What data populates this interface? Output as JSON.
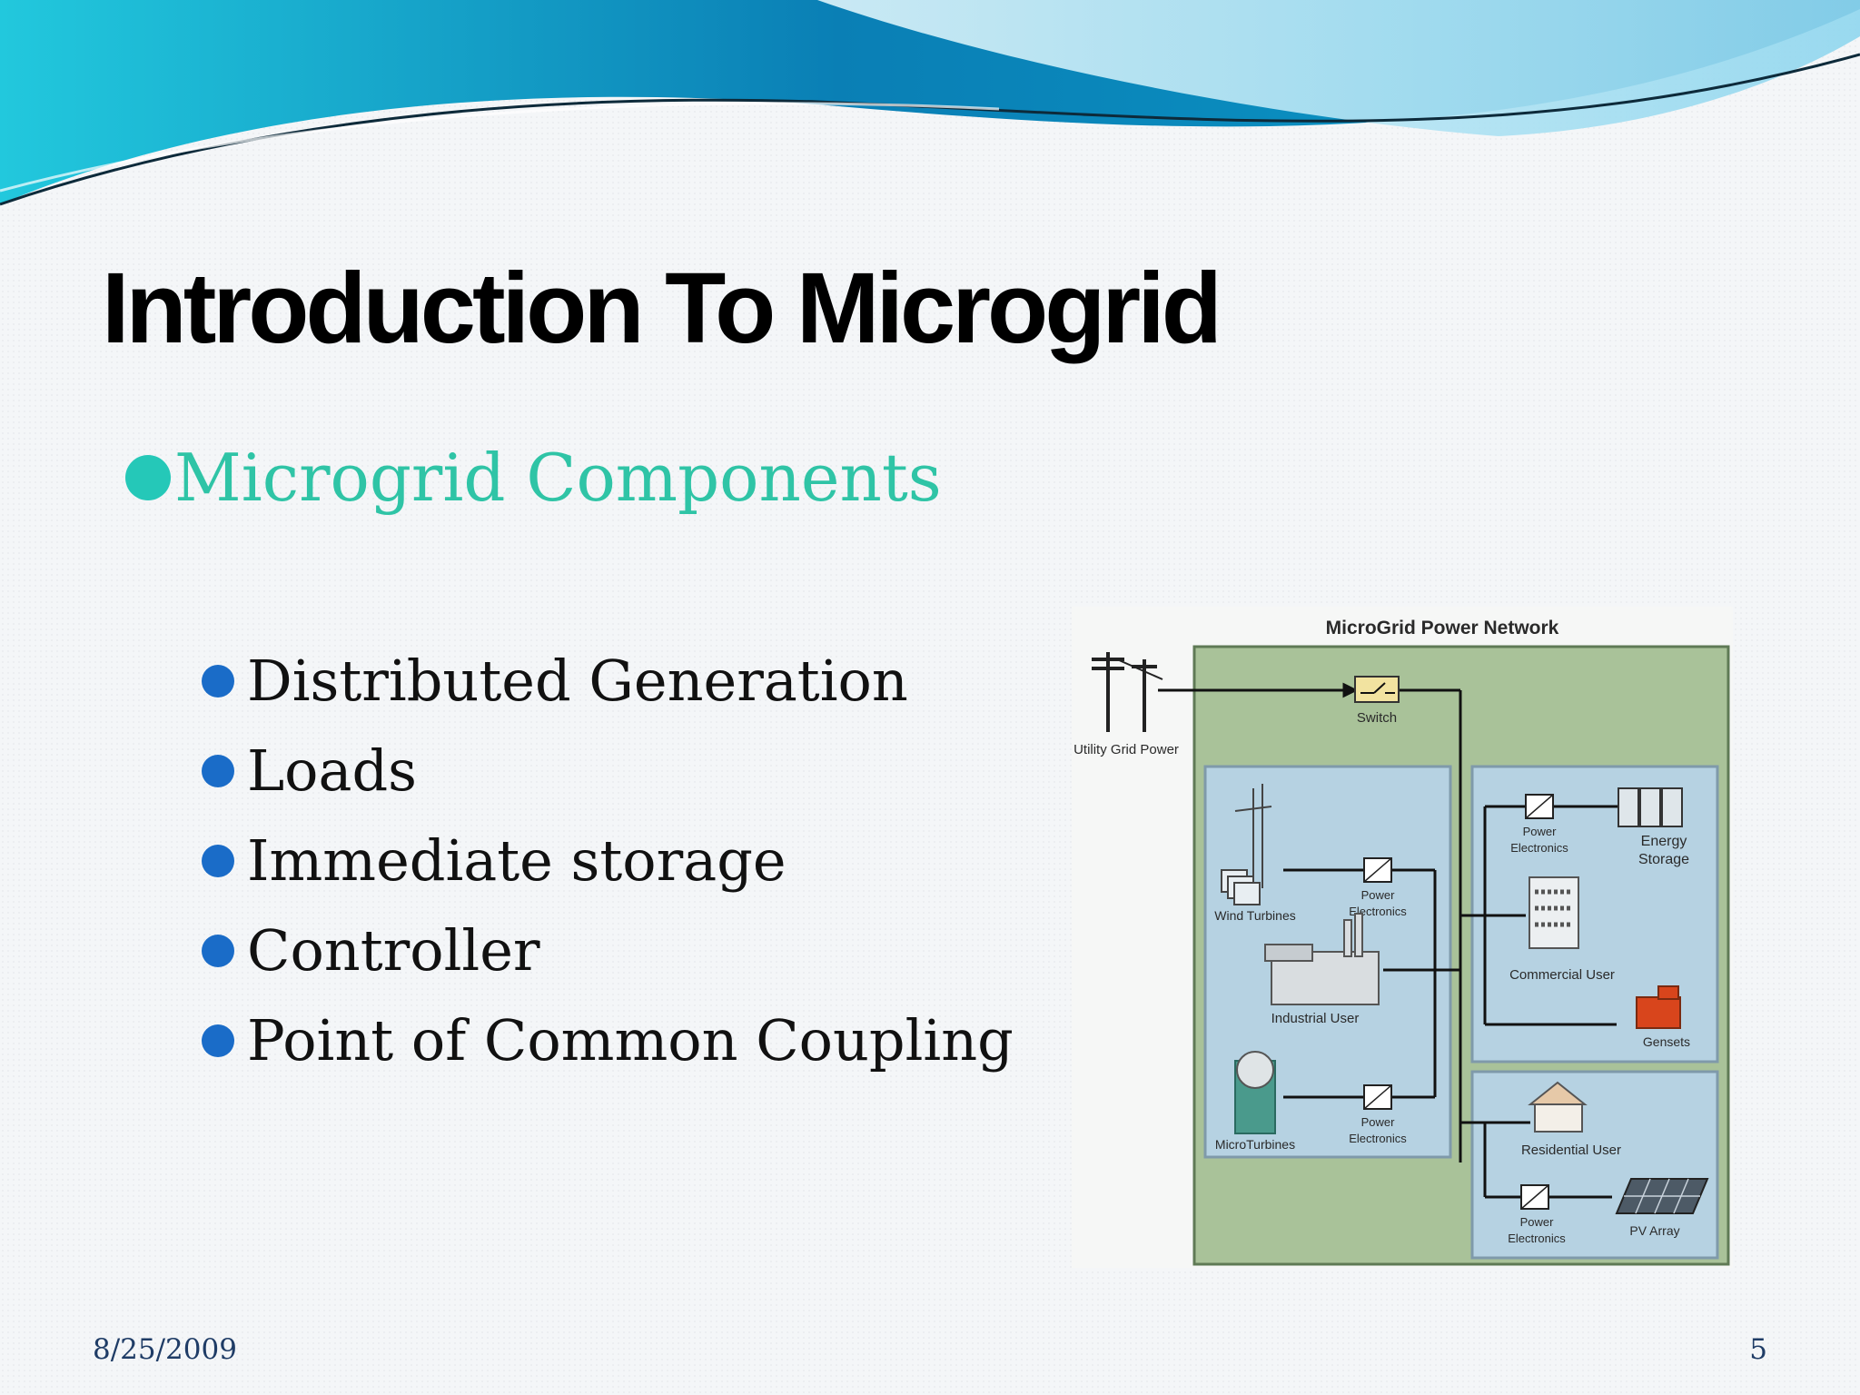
{
  "slide": {
    "title": "Introduction To Microgrid",
    "section_heading": "Microgrid Components",
    "bullets": [
      "Distributed Generation",
      "Loads",
      "Immediate storage",
      "Controller",
      "Point of Common Coupling"
    ],
    "date": "8/25/2009",
    "page_number": "5"
  },
  "diagram": {
    "title": "MicroGrid Power Network",
    "utility": "Utility Grid Power",
    "switch": "Switch",
    "wind": "Wind Turbines",
    "pe_wind": [
      "Power",
      "Electronics"
    ],
    "industrial": "Industrial User",
    "microturbines": "MicroTurbines",
    "pe_micro": [
      "Power",
      "Electronics"
    ],
    "pe_storage": [
      "Power",
      "Electronics"
    ],
    "energy_storage": [
      "Energy",
      "Storage"
    ],
    "commercial": "Commercial User",
    "gensets": "Gensets",
    "residential": "Residential User",
    "pe_pv": [
      "Power",
      "Electronics"
    ],
    "pv": "PV Array"
  },
  "colors": {
    "level1_bullet": "#25c8b8",
    "level1_text": "#2fc4a6",
    "level2_bullet": "#1a6cc8",
    "footer_text": "#1f3c66",
    "diagram_outer": "#a9c299",
    "diagram_panel": "#b6d2e2"
  }
}
